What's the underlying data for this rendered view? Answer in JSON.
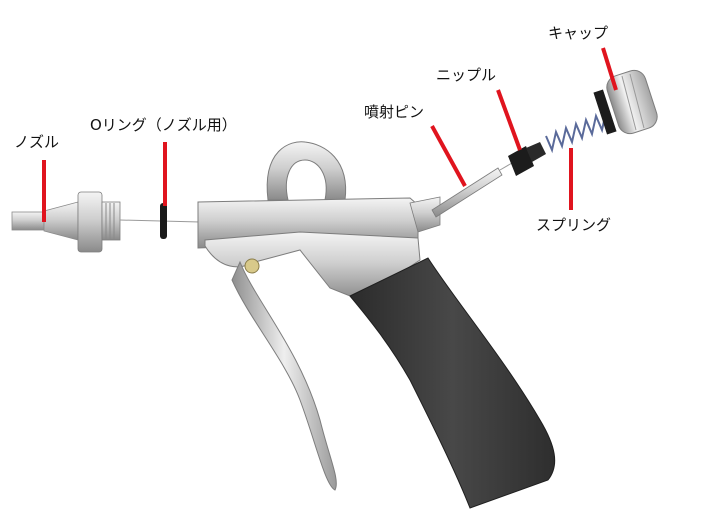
{
  "labels": {
    "nozzle": "ノズル",
    "o_ring": "Oリング（ノズル用）",
    "pin": "噴射ピン",
    "nipple": "ニップル",
    "cap": "キャップ",
    "spring": "スプリング"
  },
  "colors": {
    "leader": "#e0141e",
    "grip": "#3a3a3a",
    "metal_light": "#e9e9e9",
    "metal_mid": "#bdbdbd",
    "metal_dark": "#7d7d7d"
  }
}
